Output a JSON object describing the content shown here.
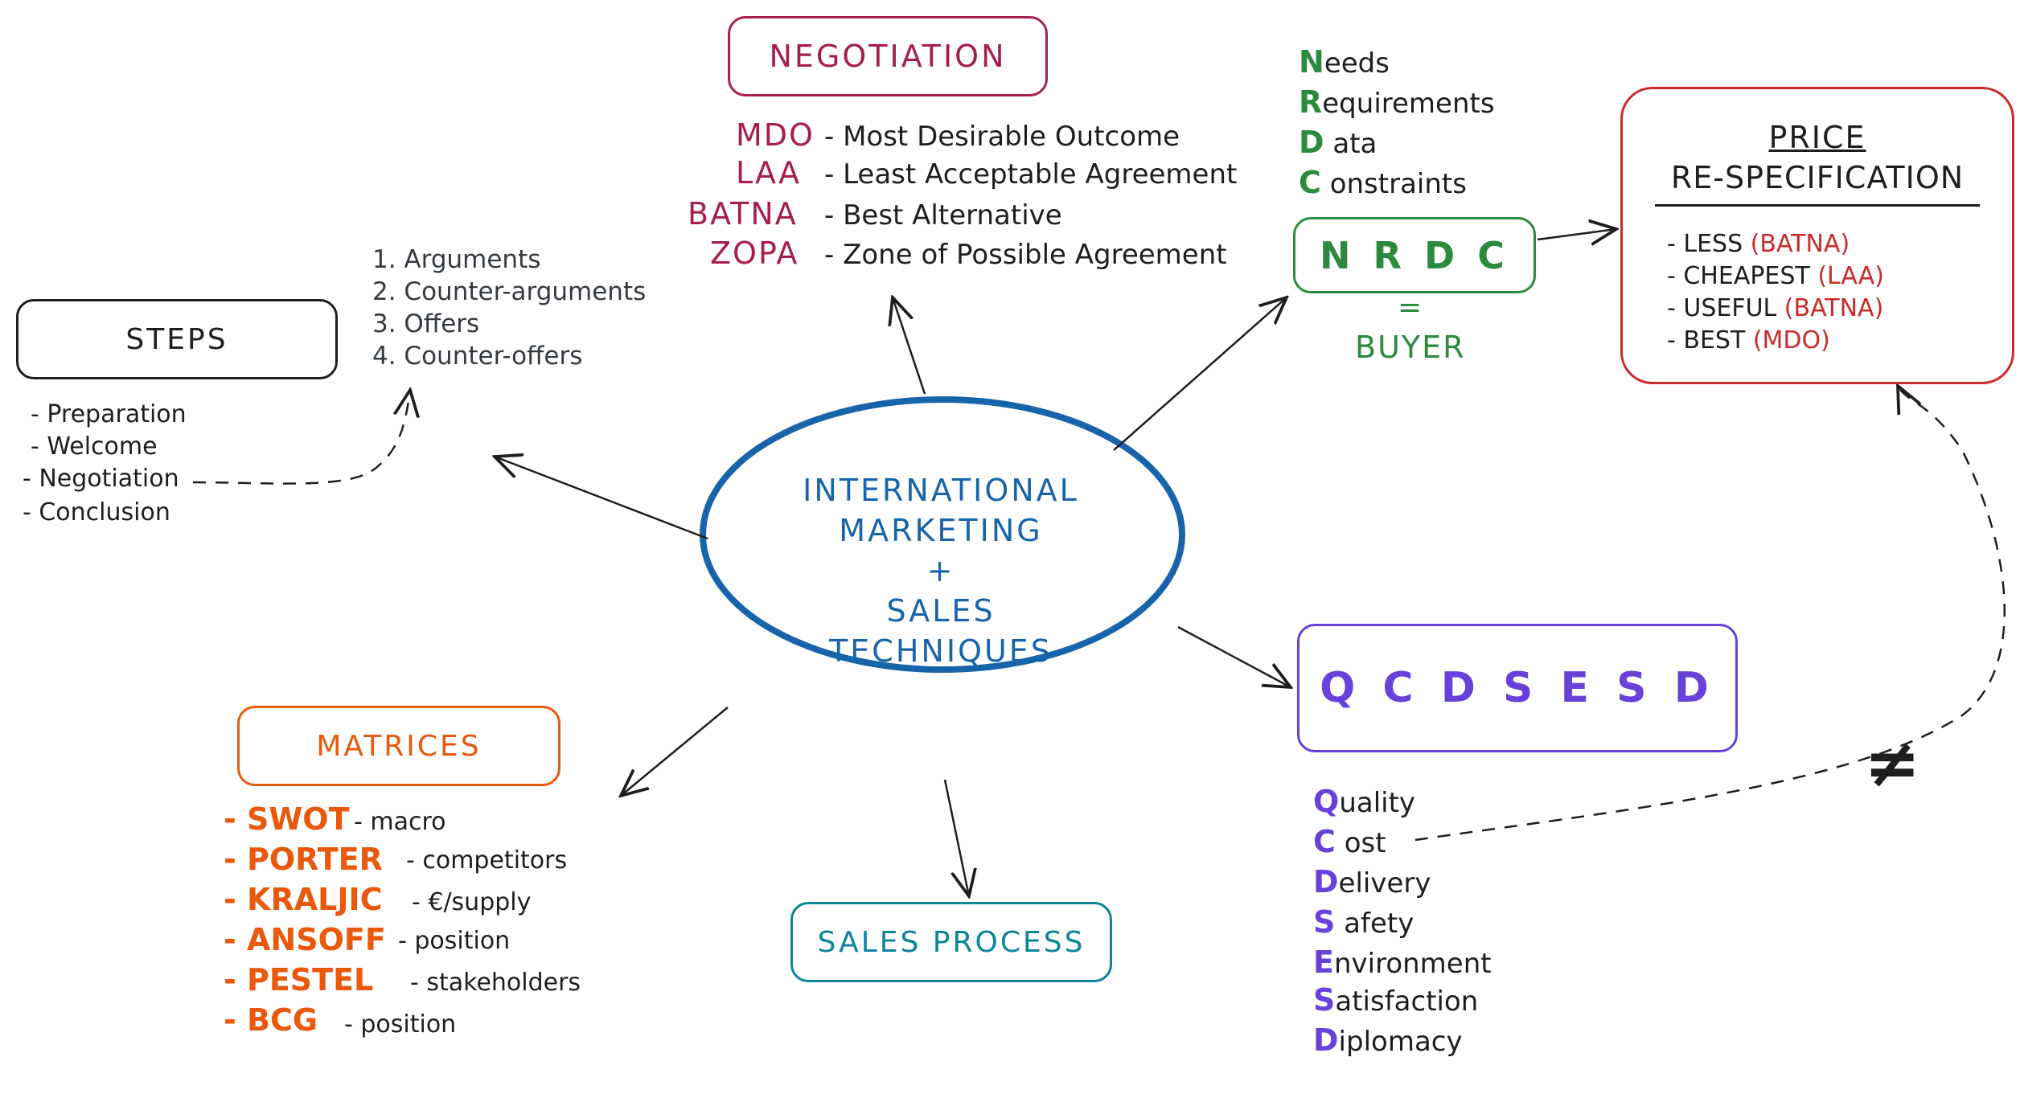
{
  "center": {
    "lines": [
      "INTERNATIONAL",
      "MARKETING",
      "+",
      "SALES",
      "TECHNIQUES"
    ]
  },
  "negotiation": {
    "title": "NEGOTIATION",
    "items": [
      {
        "abbr": "MDO",
        "desc": "- Most Desirable Outcome"
      },
      {
        "abbr": "LAA",
        "desc": "- Least Acceptable Agreement"
      },
      {
        "abbr": "BATNA",
        "desc": "- Best Alternative"
      },
      {
        "abbr": "ZOPA",
        "desc": "- Zone of Possible Agreement"
      }
    ]
  },
  "nrdc": {
    "words": [
      {
        "letter": "N",
        "rest": "eeds"
      },
      {
        "letter": "R",
        "rest": "equirements"
      },
      {
        "letter": "D",
        "rest": " ata"
      },
      {
        "letter": "C",
        "rest": " onstraints"
      }
    ],
    "box": "N R D C",
    "equals": "=",
    "buyer": "BUYER"
  },
  "price": {
    "title_line1": "PRICE",
    "title_line2": "RE-SPECIFICATION",
    "items": [
      {
        "text": "- LESS",
        "tag": "(BATNA)"
      },
      {
        "text": "- CHEAPEST",
        "tag": "(LAA)"
      },
      {
        "text": "- USEFUL",
        "tag": "(BATNA)"
      },
      {
        "text": "- BEST",
        "tag": "(MDO)"
      }
    ]
  },
  "steps": {
    "title": "STEPS",
    "numbered": [
      "1. Arguments",
      "2. Counter-arguments",
      "3. Offers",
      "4. Counter-offers"
    ],
    "bullets": [
      "- Preparation",
      "- Welcome",
      "- Negotiation",
      "- Conclusion"
    ]
  },
  "qcdsesd": {
    "box": "Q C D S E S D",
    "words": [
      {
        "letter": "Q",
        "rest": "uality"
      },
      {
        "letter": "C",
        "rest": " ost"
      },
      {
        "letter": "D",
        "rest": "elivery"
      },
      {
        "letter": "S",
        "rest": " afety"
      },
      {
        "letter": "E",
        "rest": "nvironment"
      },
      {
        "letter": "S",
        "rest": "atisfaction"
      },
      {
        "letter": "D",
        "rest": "iplomacy"
      }
    ],
    "not_equal": "≠"
  },
  "matrices": {
    "title": "MATRICES",
    "items": [
      {
        "name": "- SWOT",
        "desc": "- macro"
      },
      {
        "name": "- PORTER",
        "desc": "- competitors"
      },
      {
        "name": "- KRALJIC",
        "desc": "- €/supply"
      },
      {
        "name": "- ANSOFF",
        "desc": "- position"
      },
      {
        "name": "- PESTEL",
        "desc": "- stakeholders"
      },
      {
        "name": "- BCG",
        "desc": "- position"
      }
    ]
  },
  "sales_process": {
    "title": "SALES PROCESS"
  },
  "colors": {
    "center": "#1864ab",
    "negotiation": "#a61e4d",
    "nrdc": "#2b8a3e",
    "price": "#c92a2a",
    "qcdsesd": "#6741d9",
    "matrices": "#e8590c",
    "sales": "#0c8599",
    "ink": "#1e1e1e"
  }
}
